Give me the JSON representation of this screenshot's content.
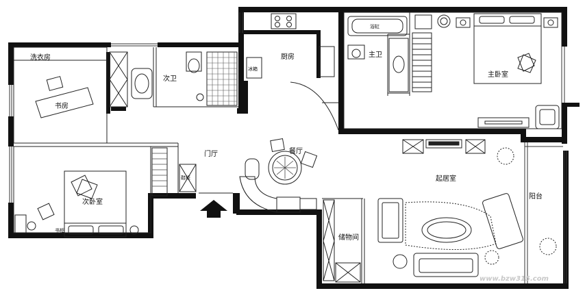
{
  "rooms": {
    "study_room": "书房",
    "laundry_room": "洗衣房",
    "second_bath": "次卫",
    "kitchen": "厨房",
    "fridge": "冰箱",
    "master_bath": "主卫",
    "bathtub": "浴缸",
    "master_bedroom": "主卧室",
    "dining": "餐厅",
    "foyer": "门厅",
    "shoe_cabinet": "鞋柜",
    "second_bedroom": "次卧室",
    "bookshelf": "书柜",
    "living_room": "起居室",
    "balcony": "阳台",
    "storage": "储物间"
  },
  "watermark": "www.bzw315.com",
  "icons": {
    "entry": "entry-arrow-icon"
  }
}
